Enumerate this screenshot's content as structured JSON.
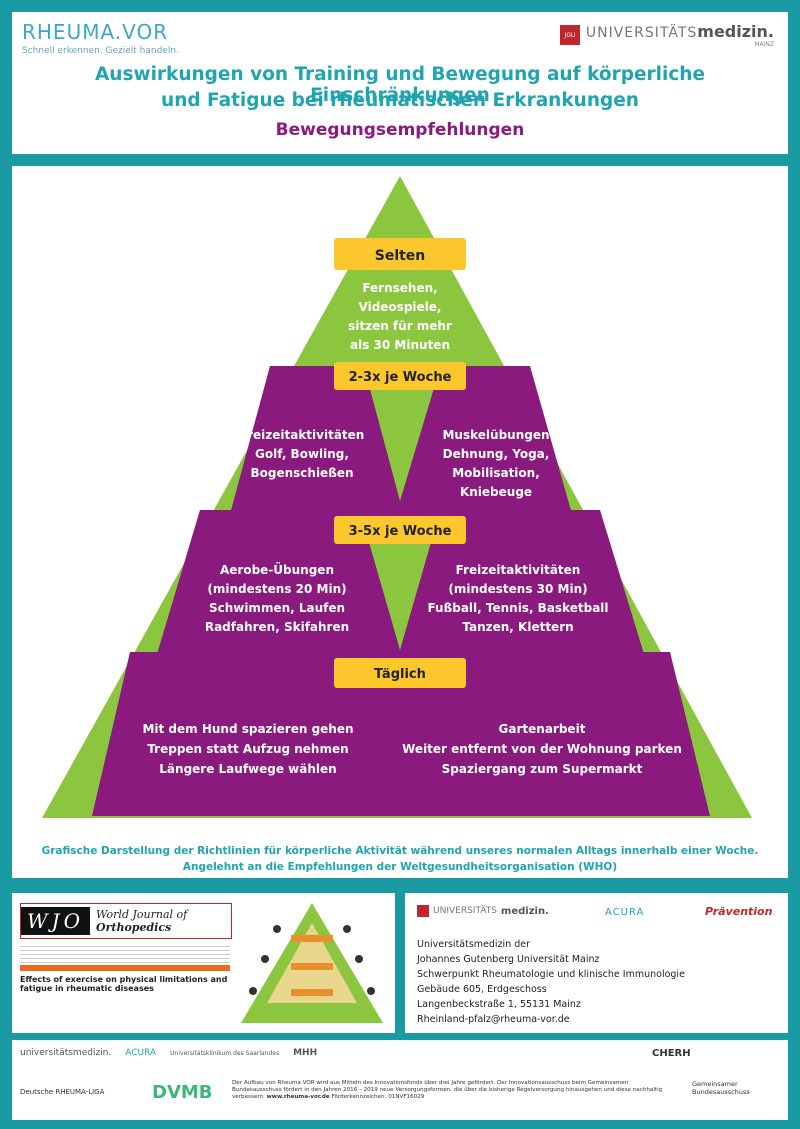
{
  "header": {
    "logo_left_name": "RHEUMA.VOR",
    "logo_left_tagline": "Schnell erkennen. Gezielt handeln.",
    "logo_right_badge": "JGU",
    "logo_right_text": "UNIVERSITÄTS",
    "logo_right_bold": "medizin.",
    "logo_right_sub": "MAINZ",
    "title_line1": "Auswirkungen von Training und Bewegung auf körperliche Einschränkungen",
    "title_line2": "und Fatigue bei rheumatischen Erkrankungen",
    "subtitle": "Bewegungsempfehlungen"
  },
  "pyramid": {
    "colors": {
      "outer": "#8cc63f",
      "inner": "#8b1a7e",
      "label_bg": "#fcc72c",
      "text": "#ffffff"
    },
    "labels": {
      "selten": "Selten",
      "woche_2_3": "2-3x je Woche",
      "woche_3_5": "3-5x je Woche",
      "taeglich": "Täglich"
    },
    "selten_text": [
      "Fernsehen,",
      "Videospiele,",
      "sitzen für mehr",
      "als 30 Minuten"
    ],
    "tier2_left": [
      "Freizeitaktivitäten",
      "Golf, Bowling,",
      "Bogenschießen"
    ],
    "tier2_right": [
      "Muskelübungen",
      "Dehnung, Yoga,",
      "Mobilisation,",
      "Kniebeuge"
    ],
    "tier3_left": [
      "Aerobe-Übungen",
      "(mindestens 20 Min)",
      "Schwimmen, Laufen",
      "Radfahren, Skifahren"
    ],
    "tier3_right": [
      "Freizeitaktivitäten",
      "(mindestens 30 Min)",
      "Fußball, Tennis, Basketball",
      "Tanzen, Klettern"
    ],
    "tier4_left": [
      "Mit dem Hund spazieren gehen",
      "Treppen statt Aufzug nehmen",
      "Längere Laufwege wählen"
    ],
    "tier4_right": [
      "Gartenarbeit",
      "Weiter entfernt von der Wohnung parken",
      "Spaziergang zum Supermarkt"
    ]
  },
  "caption": {
    "line1": "Grafische Darstellung der Richtlinien für körperliche Aktivität während unseres normalen Alltags innerhalb einer Woche.",
    "line2": "Angelehnt an die Empfehlungen der Weltgesundheitsorganisation (WHO)"
  },
  "reference": {
    "journal_letters": "WJO",
    "journal_name_1": "World Journal of",
    "journal_name_2": "Orthopedics",
    "article_title": "Effects of exercise on physical limitations and fatigue in rheumatic diseases"
  },
  "address": {
    "lines": [
      "Universitätsmedizin der",
      "Johannes Gutenberg Universität Mainz",
      "Schwerpunkt Rheumatologie und klinische Immunologie",
      "Gebäude 605, Erdgeschoss",
      "Langenbeckstraße 1, 55131 Mainz",
      "Rheinland-pfalz@rheuma-vor.de"
    ],
    "logo_acura": "ACURA",
    "logo_praevention": "Prävention"
  },
  "partners": {
    "logos": [
      "universitätsmedizin.",
      "ACURA",
      "Universitätsklinikum des Saarlandes",
      "MHH",
      "CHERH",
      "Gemeinsamer Bundesausschuss",
      "Deutsche RHEUMA-LIGA",
      "DVMB"
    ],
    "funding_text": "Der Aufbau von Rheuma VOR wird aus Mitteln des Innovationsfonds über drei Jahre gefördert. Der Innovationsausschuss beim Gemeinsamen Bundesausschuss fördert in den Jahren 2016 – 2019 neue Versorgungsformen, die über die bisherige Regelversorgung hinausgehen und diese nachhaltig verbessern.",
    "website": "www.rheuma-vor.de",
    "grant": "Förderkennzeichen: 01NVF16029"
  }
}
